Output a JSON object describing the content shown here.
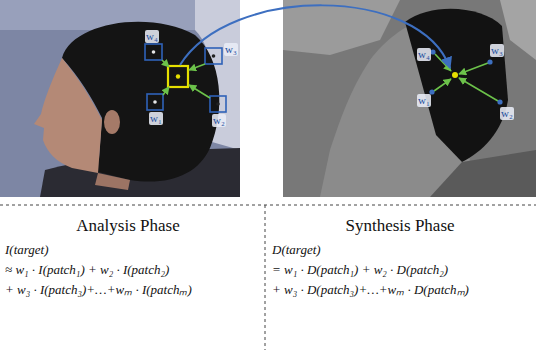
{
  "diagram": {
    "labels": [
      "w₄",
      "w₃",
      "w₁",
      "w₂",
      "w₄",
      "w₃",
      "w₁",
      "w₂",
      "Analysis Phase",
      "I(target)",
      "≈ w₁ · I(patch₁) + w₂ · I(patch₂)",
      "+ w₃ · I(patch₃)+…+wₘ · I(patchₘ)",
      "Synthesis Phase",
      "D(target)",
      "= w₁ · D(patch₁) + w₂ · D(patch₂)",
      "+ w₃ · D(patch₃)+…+wₘ · D(patchₘ)"
    ]
  }
}
